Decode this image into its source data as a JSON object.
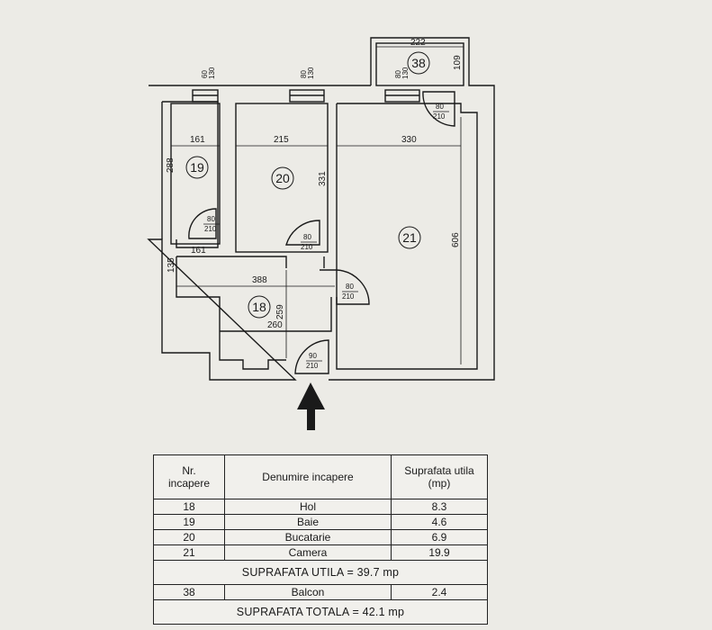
{
  "plan": {
    "dimensions": {
      "w161_top": "161",
      "w215": "215",
      "w330": "330",
      "h288": "288",
      "h331": "331",
      "h606": "606",
      "w161_hall": "161",
      "w388": "388",
      "h135": "135",
      "w260": "260",
      "h259": "259",
      "w222": "222",
      "h109": "109"
    },
    "windows": {
      "bath": {
        "w": "60",
        "h": "130"
      },
      "kitchen": {
        "w": "80",
        "h": "130"
      },
      "room": {
        "w": "80",
        "h": "130"
      }
    },
    "doors": {
      "bath": {
        "w": "80",
        "h": "210"
      },
      "kitchen": {
        "w": "80",
        "h": "210"
      },
      "room": {
        "w": "80",
        "h": "210"
      },
      "balcony": {
        "w": "80",
        "h": "210"
      },
      "entrance": {
        "w": "90",
        "h": "210"
      }
    },
    "rooms": {
      "r18": "18",
      "r19": "19",
      "r20": "20",
      "r21": "21",
      "r38": "38"
    }
  },
  "table": {
    "headers": {
      "nr_line1": "Nr.",
      "nr_line2": "incapere",
      "name": "Denumire incapere",
      "area_line1": "Suprafata utila",
      "area_line2": "(mp)"
    },
    "rows": [
      {
        "nr": "18",
        "name": "Hol",
        "area": "8.3"
      },
      {
        "nr": "19",
        "name": "Baie",
        "area": "4.6"
      },
      {
        "nr": "20",
        "name": "Bucatarie",
        "area": "6.9"
      },
      {
        "nr": "21",
        "name": "Camera",
        "area": "19.9"
      }
    ],
    "useful_total": "SUPRAFATA UTILA = 39.7 mp",
    "balcony_row": {
      "nr": "38",
      "name": "Balcon",
      "area": "2.4"
    },
    "grand_total": "SUPRAFATA TOTALA = 42.1 mp"
  }
}
